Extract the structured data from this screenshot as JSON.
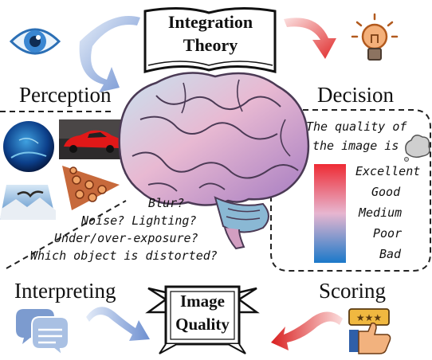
{
  "theory_title_line1": "Integration",
  "theory_title_line2": "Theory",
  "stages": {
    "perception": "Perception",
    "decision": "Decision",
    "interpreting": "Interpreting",
    "scoring": "Scoring"
  },
  "questions": [
    "Blur?",
    "Noise? Lighting?",
    "Under/over-exposure?",
    "Which object is distorted?"
  ],
  "decision_prompt_line1": "The quality of",
  "decision_prompt_line2": "the image is",
  "quality_levels": [
    "Excellent",
    "Good",
    "Medium",
    "Poor",
    "Bad"
  ],
  "output_title_line1": "Image",
  "output_title_line2": "Quality",
  "colors": {
    "scale_top": "#ee2b34",
    "scale_mid": "#e7b6d0",
    "scale_bottom": "#1b79c9",
    "arrow_blue": "#7f9fd6",
    "arrow_red": "#e23838"
  },
  "icons": [
    "eye-icon",
    "lightbulb-icon",
    "chat-bubbles-icon",
    "rating-thumbs-up-icon",
    "thinking-cloud-icon"
  ],
  "images": [
    "ocean-sphere-photo",
    "red-car-photo",
    "flying-bird-photo",
    "orange-texture-photo"
  ]
}
